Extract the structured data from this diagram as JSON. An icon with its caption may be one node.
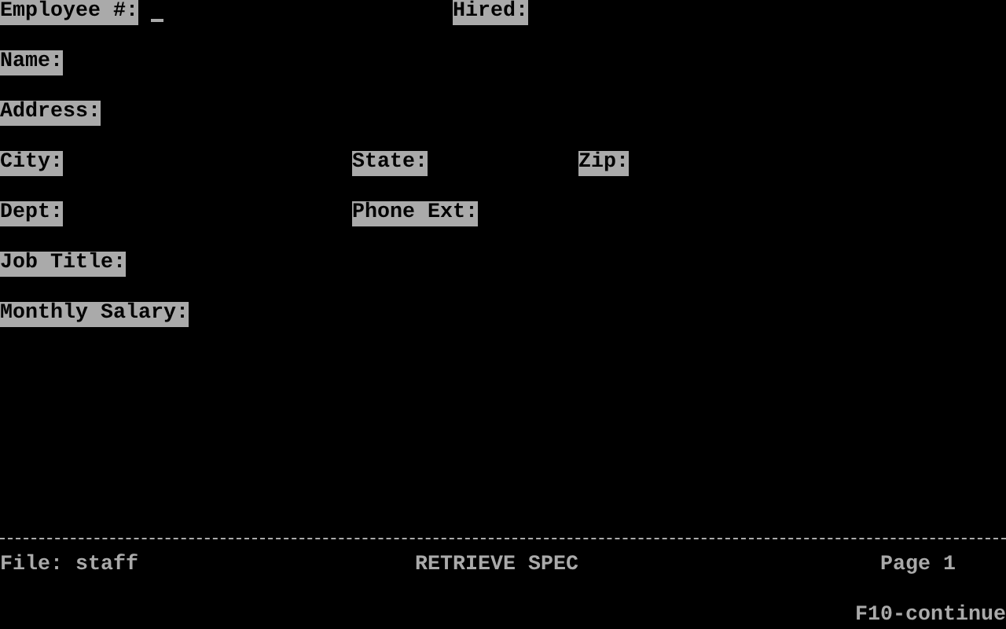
{
  "diagram": {
    "labels": [
      "Employee #:",
      "Hired:",
      "Name:",
      "Address:",
      "City:",
      "State:",
      "Zip:",
      "Dept:",
      "Phone Ext:",
      "Job Title:",
      "Monthly Salary:",
      "File: staff",
      "RETRIEVE SPEC",
      "Page 1",
      "F10-continue"
    ]
  }
}
